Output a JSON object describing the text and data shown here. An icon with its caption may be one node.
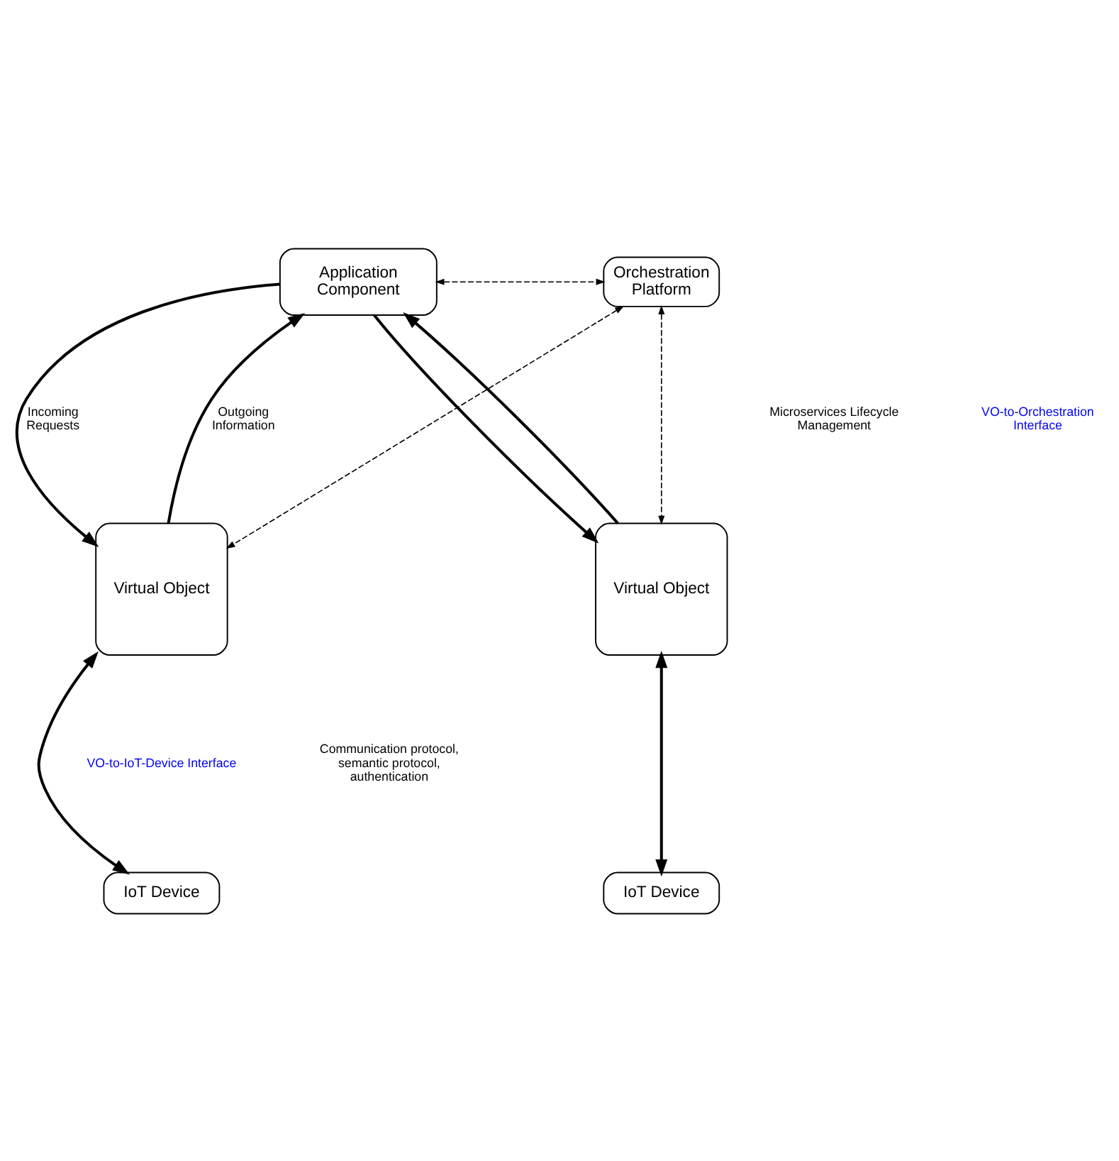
{
  "diagram": {
    "nodes": [
      {
        "text": [
          "Application Component"
        ]
      },
      {
        "text": [
          "Orchestration Platform"
        ]
      },
      {
        "text": [
          "Virtual Object"
        ]
      },
      {
        "text": [
          "Virtual Object"
        ]
      },
      {
        "text": [
          "IoT Device"
        ]
      },
      {
        "text": [
          "IoT Device"
        ]
      }
    ],
    "edges": [
      {
        "from": 0,
        "to": 1,
        "arrow": "both",
        "style": "dashed"
      },
      {
        "from": 0,
        "to": 2,
        "arrow": "to",
        "label": "Incoming Requests"
      },
      {
        "from": 2,
        "to": 0,
        "arrow": "to",
        "label": "Outgoing Information"
      },
      {
        "from": 3,
        "to": 0,
        "arrow": "to"
      },
      {
        "from": 0,
        "to": 3,
        "arrow": "to"
      },
      {
        "from": 1,
        "to": 2,
        "arrow": "both",
        "style": "dashed"
      },
      {
        "from": 1,
        "to": 3,
        "arrow": "both",
        "style": "dashed"
      },
      {
        "from": 2,
        "to": 4,
        "arrow": "both"
      },
      {
        "from": 3,
        "to": 5,
        "arrow": "both"
      }
    ],
    "labels": [
      "Microservices Lifecycle Management",
      "VO-to-Orchestration Interface",
      "VO-to-IoT-Device Interface",
      "Communication protocol, semantic protocol, authentication"
    ]
  }
}
